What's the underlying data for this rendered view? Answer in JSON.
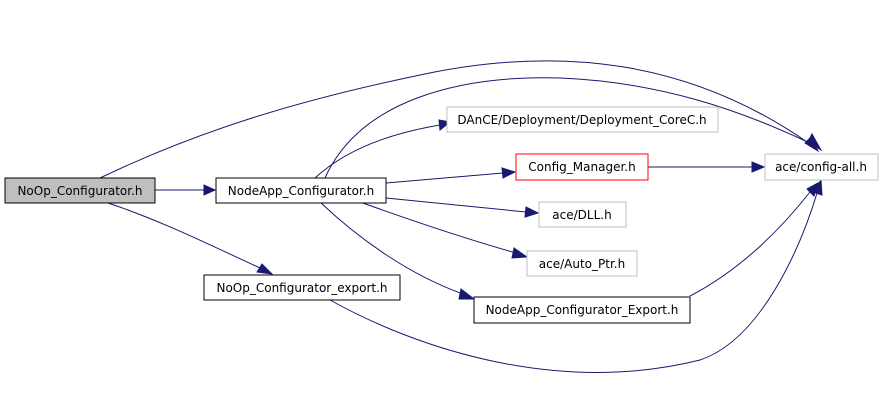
{
  "diagram": {
    "type": "include-dependency-graph",
    "colors": {
      "edge": "#191970",
      "root_fill": "#bfbfbf",
      "node_border": "#000000",
      "external_border": "#bfbfbf",
      "highlight_border": "#ff0000"
    },
    "nodes": {
      "noop_configurator": {
        "label": "NoOp_Configurator.h"
      },
      "nodeapp_configurator": {
        "label": "NodeApp_Configurator.h"
      },
      "noop_configurator_export": {
        "label": "NoOp_Configurator_export.h"
      },
      "deployment_corec": {
        "label": "DAnCE/Deployment/Deployment_CoreC.h"
      },
      "config_manager": {
        "label": "Config_Manager.h"
      },
      "config_all": {
        "label": "ace/config-all.h"
      },
      "ace_dll": {
        "label": "ace/DLL.h"
      },
      "ace_auto_ptr": {
        "label": "ace/Auto_Ptr.h"
      },
      "nodeapp_configurator_export": {
        "label": "NodeApp_Configurator_Export.h"
      }
    },
    "edges": [
      {
        "from": "noop_configurator",
        "to": "nodeapp_configurator"
      },
      {
        "from": "noop_configurator",
        "to": "config_all"
      },
      {
        "from": "noop_configurator",
        "to": "noop_configurator_export"
      },
      {
        "from": "nodeapp_configurator",
        "to": "deployment_corec"
      },
      {
        "from": "nodeapp_configurator",
        "to": "config_manager"
      },
      {
        "from": "nodeapp_configurator",
        "to": "ace_dll"
      },
      {
        "from": "nodeapp_configurator",
        "to": "ace_auto_ptr"
      },
      {
        "from": "nodeapp_configurator",
        "to": "nodeapp_configurator_export"
      },
      {
        "from": "nodeapp_configurator",
        "to": "config_all"
      },
      {
        "from": "config_manager",
        "to": "config_all"
      },
      {
        "from": "noop_configurator_export",
        "to": "config_all"
      },
      {
        "from": "nodeapp_configurator_export",
        "to": "config_all"
      }
    ]
  }
}
